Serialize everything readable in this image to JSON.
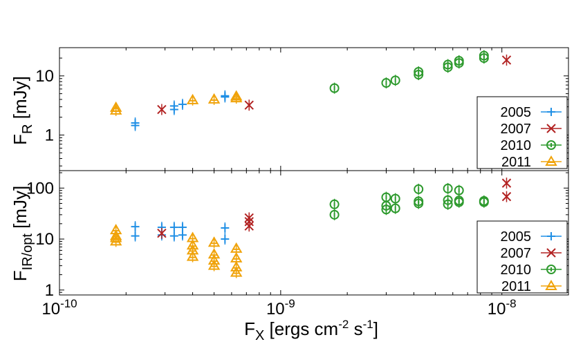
{
  "chart_data": [
    {
      "type": "scatter",
      "panel": "top",
      "ylabel": "F_R [mJy]",
      "ylabel_main": "F",
      "ylabel_sub": "R",
      "ylabel_rest": " [mJy]",
      "xscale": "log",
      "yscale": "log",
      "xlim": [
        1e-10,
        2e-08
      ],
      "ylim": [
        0.25,
        30
      ],
      "yticks": [
        {
          "value": 1,
          "label": "1"
        },
        {
          "value": 10,
          "label": "10"
        }
      ],
      "legend_position": "bottom-right",
      "series": [
        {
          "name": "2005",
          "color": "#1f8fe5",
          "marker": "plus",
          "points": [
            [
              2.2e-10,
              1.6
            ],
            [
              2.2e-10,
              1.45
            ],
            [
              3.3e-10,
              3.1
            ],
            [
              3.3e-10,
              2.7
            ],
            [
              3.6e-10,
              3.3
            ],
            [
              5.6e-10,
              4.4
            ],
            [
              5.6e-10,
              4.6
            ]
          ]
        },
        {
          "name": "2007",
          "color": "#b22222",
          "marker": "cross",
          "points": [
            [
              2.9e-10,
              2.7
            ],
            [
              7.2e-10,
              3.2
            ],
            [
              1.05e-08,
              18.5
            ]
          ]
        },
        {
          "name": "2010",
          "color": "#2e9a2e",
          "marker": "circle",
          "points": [
            [
              1.75e-09,
              6.2
            ],
            [
              3e-09,
              7.6
            ],
            [
              3.3e-09,
              8.4
            ],
            [
              4.2e-09,
              10.5
            ],
            [
              4.2e-09,
              11.7
            ],
            [
              5.7e-09,
              14.0
            ],
            [
              5.7e-09,
              15.5
            ],
            [
              6.4e-09,
              16.5
            ],
            [
              6.4e-09,
              18.0
            ],
            [
              8.3e-09,
              20.0
            ],
            [
              8.3e-09,
              22.0
            ]
          ]
        },
        {
          "name": "2011",
          "color": "#f0a30a",
          "marker": "triangle",
          "points": [
            [
              1.8e-10,
              2.6
            ],
            [
              1.8e-10,
              2.9
            ],
            [
              4e-10,
              3.9
            ],
            [
              5e-10,
              4.0
            ],
            [
              6.3e-10,
              4.2
            ],
            [
              6.3e-10,
              4.5
            ]
          ]
        }
      ]
    },
    {
      "type": "scatter",
      "panel": "bottom",
      "ylabel": "F_IR/opt [mJy]",
      "ylabel_main": "F",
      "ylabel_sub": "IR/opt",
      "ylabel_rest": " [mJy]",
      "xlabel": "F_X [ergs cm^-2 s^-1]",
      "xlabel_main": "F",
      "xlabel_sub": "X",
      "xlabel_rest1": " [ergs cm",
      "xlabel_sup1": "-2",
      "xlabel_rest2": " s",
      "xlabel_sup2": "-1",
      "xlabel_rest3": "]",
      "xscale": "log",
      "yscale": "log",
      "xlim": [
        1e-10,
        2e-08
      ],
      "ylim": [
        0.8,
        220
      ],
      "xticks": [
        {
          "value": 1e-10,
          "base": "10",
          "exp": "-10"
        },
        {
          "value": 1e-09,
          "base": "10",
          "exp": "-9"
        },
        {
          "value": 1e-08,
          "base": "10",
          "exp": "-8"
        }
      ],
      "yticks": [
        {
          "value": 1,
          "label": "1"
        },
        {
          "value": 10,
          "label": "10"
        },
        {
          "value": 100,
          "label": "100"
        }
      ],
      "legend_position": "bottom-right",
      "series": [
        {
          "name": "2005",
          "color": "#1f8fe5",
          "marker": "plus",
          "points": [
            [
              2.2e-10,
              11.5
            ],
            [
              2.2e-10,
              17.5
            ],
            [
              2.9e-10,
              12.0
            ],
            [
              2.9e-10,
              17.0
            ],
            [
              3.3e-10,
              11.5
            ],
            [
              3.3e-10,
              17.0
            ],
            [
              3.6e-10,
              12.0
            ],
            [
              3.6e-10,
              17.0
            ],
            [
              5.6e-10,
              10.0
            ],
            [
              5.6e-10,
              16.5
            ]
          ]
        },
        {
          "name": "2007",
          "color": "#b22222",
          "marker": "cross",
          "points": [
            [
              2.9e-10,
              13.0
            ],
            [
              7.2e-10,
              18.0
            ],
            [
              7.2e-10,
              22.0
            ],
            [
              7.2e-10,
              26.0
            ],
            [
              1.05e-08,
              68.0
            ],
            [
              1.05e-08,
              125.0
            ]
          ]
        },
        {
          "name": "2010",
          "color": "#2e9a2e",
          "marker": "circle",
          "points": [
            [
              1.75e-09,
              30.0
            ],
            [
              1.75e-09,
              48.0
            ],
            [
              3e-09,
              38.0
            ],
            [
              3e-09,
              45.0
            ],
            [
              3e-09,
              66.0
            ],
            [
              3.3e-09,
              40.0
            ],
            [
              3.3e-09,
              62.0
            ],
            [
              4.2e-09,
              50.0
            ],
            [
              4.2e-09,
              55.0
            ],
            [
              4.2e-09,
              95.0
            ],
            [
              5.7e-09,
              48.0
            ],
            [
              5.7e-09,
              58.0
            ],
            [
              5.7e-09,
              98.0
            ],
            [
              6.4e-09,
              53.0
            ],
            [
              6.4e-09,
              57.0
            ],
            [
              6.4e-09,
              90.0
            ],
            [
              8.3e-09,
              53.0
            ],
            [
              8.3e-09,
              56.0
            ]
          ]
        },
        {
          "name": "2011",
          "color": "#f0a30a",
          "marker": "triangle",
          "points": [
            [
              1.8e-10,
              9.0
            ],
            [
              1.8e-10,
              10.5
            ],
            [
              1.8e-10,
              11.5
            ],
            [
              1.8e-10,
              15.0
            ],
            [
              4e-10,
              4.5
            ],
            [
              4e-10,
              6.0
            ],
            [
              4e-10,
              7.5
            ],
            [
              4e-10,
              10.5
            ],
            [
              5e-10,
              3.0
            ],
            [
              5e-10,
              3.8
            ],
            [
              5e-10,
              5.0
            ],
            [
              5e-10,
              8.5
            ],
            [
              6.3e-10,
              2.2
            ],
            [
              6.3e-10,
              2.8
            ],
            [
              6.3e-10,
              4.2
            ],
            [
              6.3e-10,
              6.5
            ]
          ]
        }
      ]
    }
  ]
}
